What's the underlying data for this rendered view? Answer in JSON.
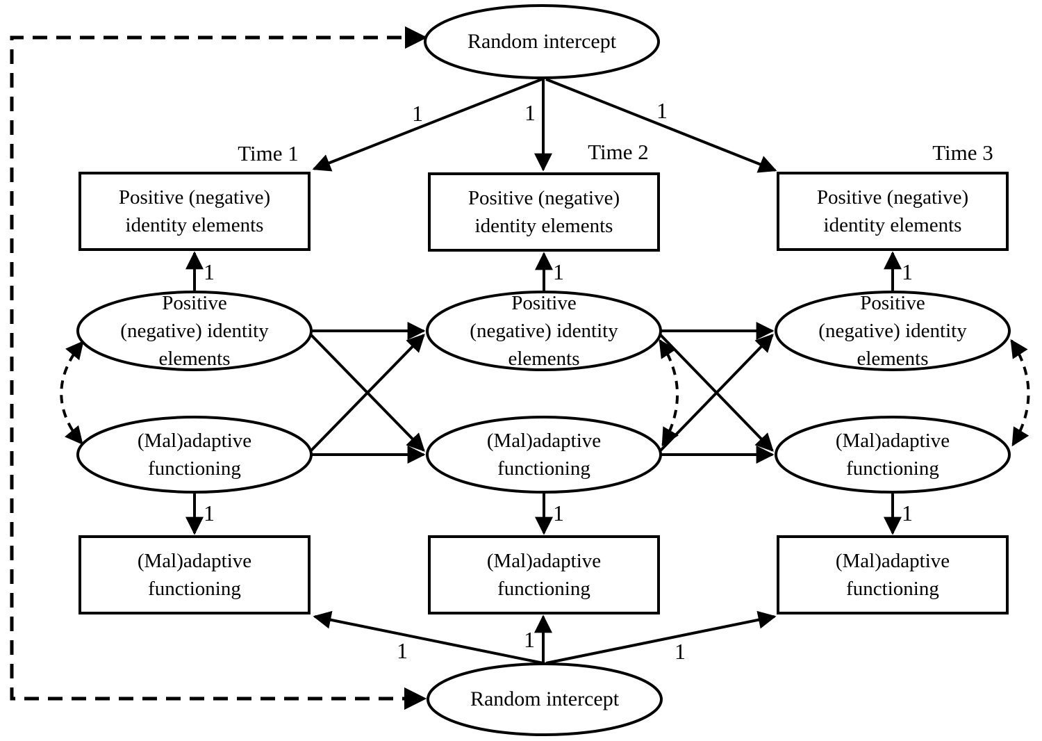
{
  "diagram": {
    "background": "#ffffff",
    "stroke_color": "#000000",
    "path_label": "1",
    "times": [
      {
        "label": "Time 1"
      },
      {
        "label": "Time 2"
      },
      {
        "label": "Time 3"
      }
    ],
    "nodes": {
      "random_intercept": {
        "label": "Random intercept"
      },
      "identity_box": {
        "label": "Positive (negative) identity elements",
        "lines": [
          "Positive (negative)",
          "identity elements"
        ]
      },
      "identity_ellipse": {
        "label": "Positive (negative) identity elements",
        "lines": [
          "Positive",
          "(negative) identity",
          "elements"
        ]
      },
      "functioning": {
        "label": "(Mal)adaptive functioning",
        "lines": [
          "(Mal)adaptive",
          "functioning"
        ]
      }
    }
  }
}
